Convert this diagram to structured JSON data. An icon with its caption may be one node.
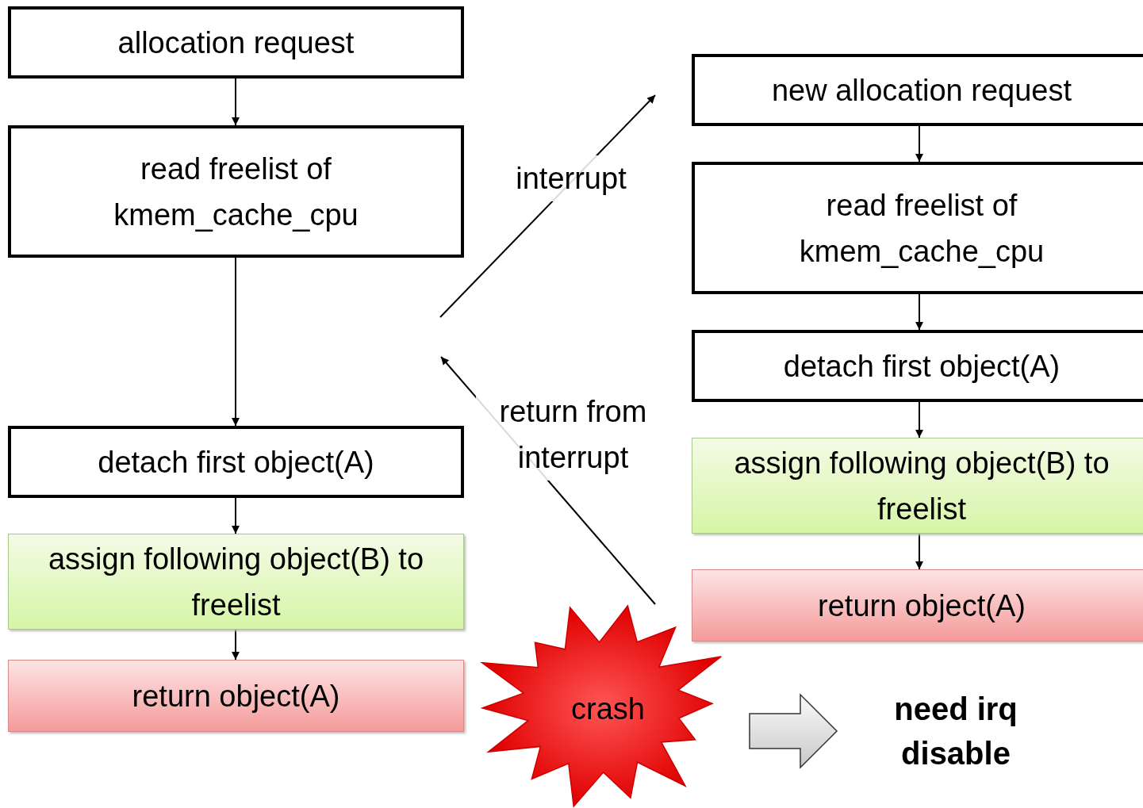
{
  "diagram": {
    "nodes": [
      {
        "text": [
          "allocation request"
        ]
      },
      {
        "text": [
          "read freelist of kmem_cache_cpu"
        ]
      },
      {
        "text": [
          "detach first object(A)"
        ]
      },
      {
        "text": [
          "assign following object(B) to freelist"
        ]
      },
      {
        "text": [
          "return object(A)"
        ]
      },
      {
        "text": [
          "new allocation request"
        ]
      },
      {
        "text": [
          "read freelist of kmem_cache_cpu"
        ]
      },
      {
        "text": [
          "detach first object(A)"
        ]
      },
      {
        "text": [
          "assign following object(B) to freelist"
        ]
      },
      {
        "text": [
          "return object(A)"
        ]
      },
      {
        "text": [
          "crash"
        ]
      },
      {
        "text": [
          "need irq disable"
        ]
      }
    ],
    "edges": [
      {
        "from": 0,
        "to": 1,
        "arrow": "to"
      },
      {
        "from": 1,
        "to": 2,
        "arrow": "to"
      },
      {
        "from": 2,
        "to": 3,
        "arrow": "to"
      },
      {
        "from": 3,
        "to": 4,
        "arrow": "to"
      },
      {
        "from": 5,
        "to": 6,
        "arrow": "to"
      },
      {
        "from": 6,
        "to": 7,
        "arrow": "to"
      },
      {
        "from": 7,
        "to": 8,
        "arrow": "to"
      },
      {
        "from": 8,
        "to": 9,
        "arrow": "to"
      },
      {
        "from": null,
        "to": 5,
        "arrow": "to",
        "label": "interrupt"
      },
      {
        "from": 9,
        "to": null,
        "arrow": "to",
        "label": "return from interrupt"
      },
      {
        "from": 10,
        "to": 11,
        "arrow": "to",
        "style": "thick"
      }
    ]
  }
}
